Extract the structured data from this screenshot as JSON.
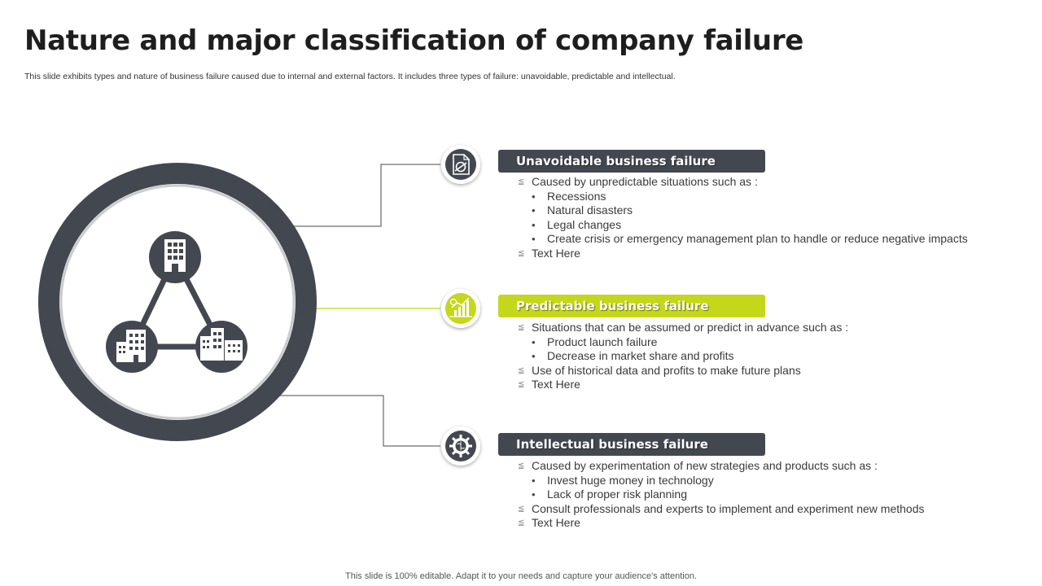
{
  "title": "Nature and major classification of company failure",
  "subtitle": "This slide exhibits types and nature of business failure caused due to internal and external factors. It includes three types of failure: unavoidable, predictable and intellectual.",
  "footer": "This slide is 100% editable. Adapt it to your needs and capture your audience's attention.",
  "colors": {
    "dark": "#434850",
    "accent": "#c5d71b",
    "text": "#3a3a3a"
  },
  "hub": {
    "icons": [
      "office-building-icon",
      "buildings-cluster-icon",
      "city-buildings-icon"
    ]
  },
  "sections": [
    {
      "header": "Unavoidable business failure",
      "icon": "document-gear-icon",
      "style": "dark",
      "items": [
        {
          "level": 1,
          "text": "Caused by unpredictable situations such as :"
        },
        {
          "level": 2,
          "text": "Recessions"
        },
        {
          "level": 2,
          "text": "Natural disasters"
        },
        {
          "level": 2,
          "text": "Legal changes"
        },
        {
          "level": 2,
          "text": "Create crisis or emergency management plan to handle or reduce negative impacts"
        },
        {
          "level": 1,
          "text": "Text Here"
        }
      ]
    },
    {
      "header": "Predictable business failure",
      "icon": "growth-chart-icon",
      "style": "accent",
      "items": [
        {
          "level": 1,
          "text": "Situations that can be assumed or predict in advance such as :"
        },
        {
          "level": 2,
          "text": "Product launch failure"
        },
        {
          "level": 2,
          "text": "Decrease in market share and profits"
        },
        {
          "level": 1,
          "text": "Use of historical data and profits to make future plans"
        },
        {
          "level": 1,
          "text": "Text Here"
        }
      ]
    },
    {
      "header": "Intellectual business failure",
      "icon": "brain-gear-icon",
      "style": "dark",
      "items": [
        {
          "level": 1,
          "text": "Caused by experimentation of new strategies and products such as :"
        },
        {
          "level": 2,
          "text": "Invest huge money in technology"
        },
        {
          "level": 2,
          "text": "Lack of proper risk planning"
        },
        {
          "level": 1,
          "text": "Consult professionals and experts to implement and experiment new methods"
        },
        {
          "level": 1,
          "text": "Text Here"
        }
      ]
    }
  ]
}
